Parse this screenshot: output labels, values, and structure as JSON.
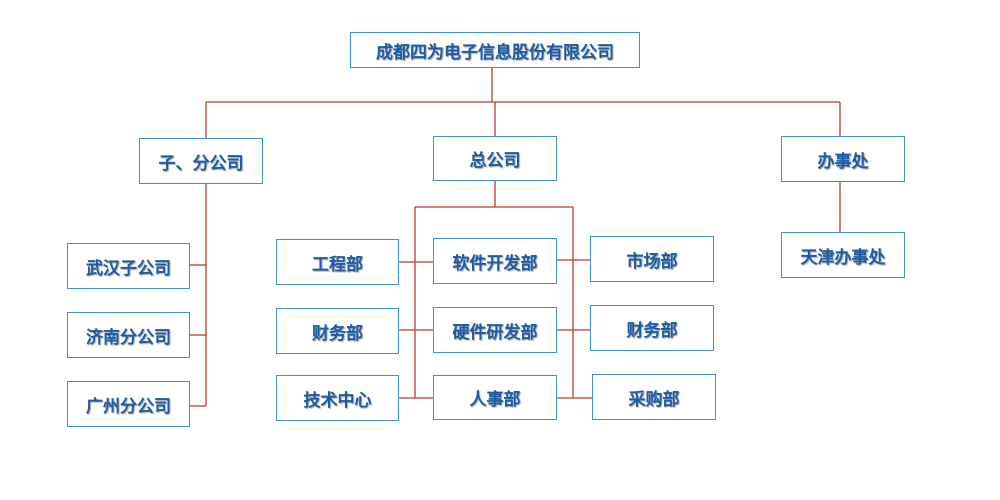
{
  "colors": {
    "line": "#c0392b",
    "box_border": "#3d8fd6",
    "text": "#1a5ca8"
  },
  "nodes": {
    "root": "成都四为电子信息股份有限公司",
    "branches": "子、分公司",
    "hq": "总公司",
    "office": "办事处",
    "wuhan": "武汉子公司",
    "jinan": "济南分公司",
    "guangzhou": "广州分公司",
    "engineering": "工程部",
    "finance_left": "财务部",
    "tech_center": "技术中心",
    "software_dev": "软件开发部",
    "hardware_dev": "硬件研发部",
    "hr": "人事部",
    "marketing": "市场部",
    "finance_right": "财务部",
    "purchasing": "采购部",
    "tianjin": "天津办事处"
  }
}
